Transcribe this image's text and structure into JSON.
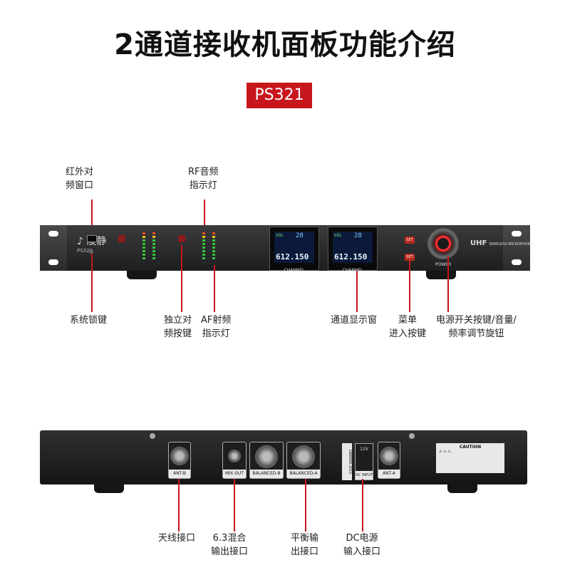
{
  "title": "2通道接收机面板功能介绍",
  "model": "PS321",
  "front": {
    "brand_small": "PS321",
    "lcd": [
      {
        "caption": "CHANNEL",
        "freq": "612.150",
        "top": "VOL",
        "ch": "28"
      },
      {
        "caption": "CHANNEL",
        "freq": "612.150",
        "top": "VOL",
        "ch": "28"
      }
    ],
    "set_label": "SET",
    "power_label": "POWER",
    "uhf": "UHF",
    "uhf_sub": "WIRELESS MICROPHONE",
    "labels": {
      "ir_window": [
        "红外对",
        "频窗口"
      ],
      "rf_indicator": [
        "RF音频",
        "指示灯"
      ],
      "system_lock": [
        "系统锁键"
      ],
      "pair_button": [
        "独立对",
        "频按键"
      ],
      "af_indicator": [
        "AF射频",
        "指示灯"
      ],
      "channel_display": [
        "通道显示窗"
      ],
      "menu_button": [
        "菜单",
        "进入按键"
      ],
      "power_knob": [
        "电源开关按键/音量/",
        "频率调节旋钮"
      ]
    }
  },
  "rear": {
    "jacks": {
      "ant_b": "ANT-B",
      "mix_out": "MIX OUT",
      "balanced_b": "BALANCED-B",
      "balanced_a": "BALANCED-A",
      "dc_input": "DC INPUT",
      "ant_a": "ANT-A"
    },
    "gb": "GB8898-2011",
    "dc_spec": "12V",
    "caution_title": "CAUTION",
    "labels": {
      "antenna": [
        "天线接口"
      ],
      "mix": [
        "6.3混合",
        "输出接口"
      ],
      "balanced": [
        "平衡输",
        "出接口"
      ],
      "dc": [
        "DC电源",
        "输入接口"
      ]
    }
  }
}
